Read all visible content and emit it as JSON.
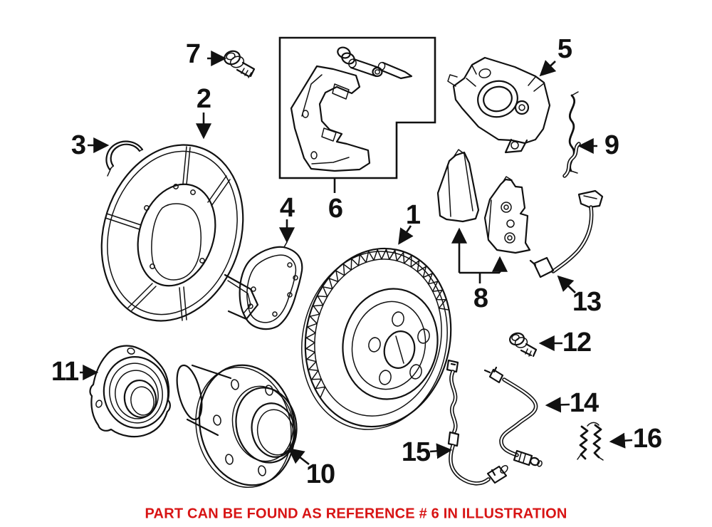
{
  "canvas": {
    "background": "#ffffff",
    "line_color": "#111111"
  },
  "callouts": [
    {
      "number": "1"
    },
    {
      "number": "2"
    },
    {
      "number": "3"
    },
    {
      "number": "4"
    },
    {
      "number": "5"
    },
    {
      "number": "6"
    },
    {
      "number": "7"
    },
    {
      "number": "8"
    },
    {
      "number": "9"
    },
    {
      "number": "10"
    },
    {
      "number": "11"
    },
    {
      "number": "12"
    },
    {
      "number": "13"
    },
    {
      "number": "14"
    },
    {
      "number": "15"
    },
    {
      "number": "16"
    }
  ],
  "caption": {
    "text": "PART CAN BE FOUND AS REFERENCE # 6 IN ILLUSTRATION",
    "color": "#d81414"
  }
}
